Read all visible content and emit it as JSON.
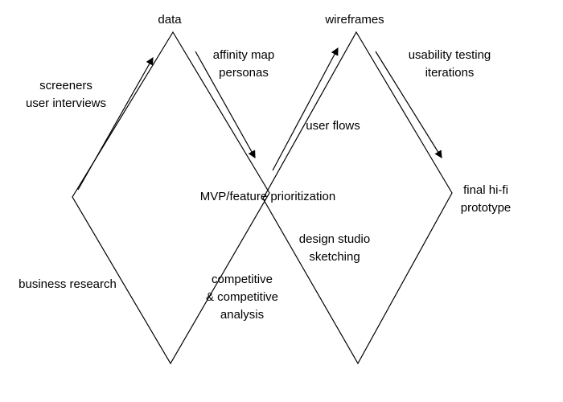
{
  "diagram": {
    "type": "double-diamond-design-process",
    "colors": {
      "stroke": "#000000",
      "background": "#ffffff"
    },
    "labels": {
      "data": "data",
      "wireframes": "wireframes",
      "screeners": "screeners\nuser interviews",
      "affinity": "affinity map\npersonas",
      "usability": "usability testing\niterations",
      "user_flows": "user flows",
      "mvp": "MVP/feature prioritization",
      "final": "final hi-fi\nprototype",
      "business": "business research",
      "competitive": "competitive\n& competitive\nanalysis",
      "design_studio": "design studio\nsketching"
    }
  }
}
